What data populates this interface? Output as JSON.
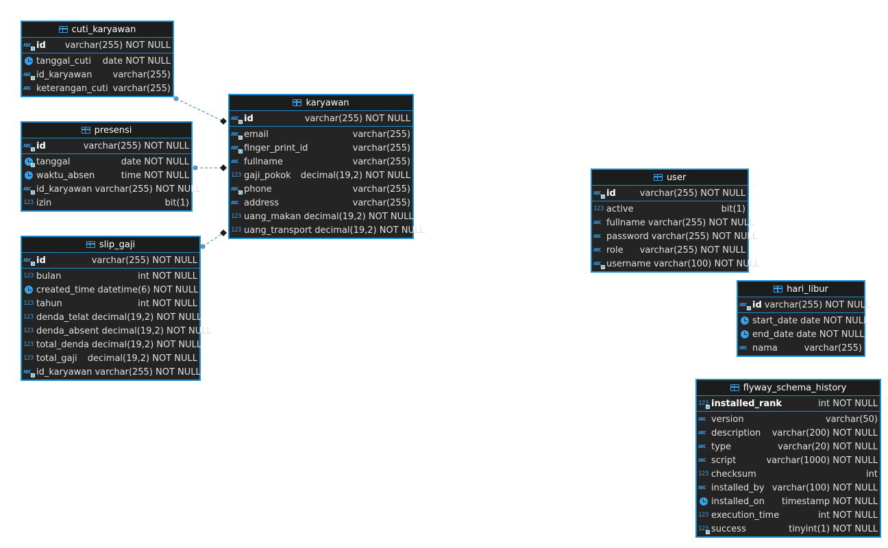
{
  "entities": [
    {
      "key": "cuti_karyawan",
      "name": "cuti_karyawan",
      "key_columns": [
        {
          "name": "id",
          "type": "varchar(255) NOT NULL",
          "icon": "abc-key-icon"
        }
      ],
      "columns": [
        {
          "name": "tanggal_cuti",
          "type": "date NOT NULL",
          "icon": "clock-icon"
        },
        {
          "name": "id_karyawan",
          "type": "varchar(255)",
          "icon": "abc-fk-icon"
        },
        {
          "name": "keterangan_cuti",
          "type": "varchar(255)",
          "icon": "abc-icon"
        }
      ]
    },
    {
      "key": "presensi",
      "name": "presensi",
      "key_columns": [
        {
          "name": "id",
          "type": "varchar(255) NOT NULL",
          "icon": "abc-key-icon"
        }
      ],
      "columns": [
        {
          "name": "tanggal",
          "type": "date NOT NULL",
          "icon": "clock-fk-icon"
        },
        {
          "name": "waktu_absen",
          "type": "time NOT NULL",
          "icon": "clock-icon"
        },
        {
          "name": "id_karyawan",
          "type": "varchar(255) NOT NULL",
          "icon": "abc-fk-icon"
        },
        {
          "name": "izin",
          "type": "bit(1)",
          "icon": "num-icon"
        }
      ]
    },
    {
      "key": "slip_gaji",
      "name": "slip_gaji",
      "key_columns": [
        {
          "name": "id",
          "type": "varchar(255) NOT NULL",
          "icon": "abc-key-icon"
        }
      ],
      "columns": [
        {
          "name": "bulan",
          "type": "int NOT NULL",
          "icon": "num-icon"
        },
        {
          "name": "created_time",
          "type": "datetime(6) NOT NULL",
          "icon": "clock-icon"
        },
        {
          "name": "tahun",
          "type": "int NOT NULL",
          "icon": "num-icon"
        },
        {
          "name": "denda_telat",
          "type": "decimal(19,2) NOT NULL",
          "icon": "num-icon"
        },
        {
          "name": "denda_absent",
          "type": "decimal(19,2) NOT NULL",
          "icon": "num-icon"
        },
        {
          "name": "total_denda",
          "type": "decimal(19,2) NOT NULL",
          "icon": "num-icon"
        },
        {
          "name": "total_gaji",
          "type": "decimal(19,2) NOT NULL",
          "icon": "num-icon"
        },
        {
          "name": "id_karyawan",
          "type": "varchar(255) NOT NULL",
          "icon": "abc-fk-icon"
        }
      ]
    },
    {
      "key": "karyawan",
      "name": "karyawan",
      "key_columns": [
        {
          "name": "id",
          "type": "varchar(255) NOT NULL",
          "icon": "abc-key-icon"
        }
      ],
      "columns": [
        {
          "name": "email",
          "type": "varchar(255)",
          "icon": "abc-key-icon"
        },
        {
          "name": "finger_print_id",
          "type": "varchar(255)",
          "icon": "abc-key-icon"
        },
        {
          "name": "fullname",
          "type": "varchar(255)",
          "icon": "abc-icon"
        },
        {
          "name": "gaji_pokok",
          "type": "decimal(19,2) NOT NULL",
          "icon": "num-icon"
        },
        {
          "name": "phone",
          "type": "varchar(255)",
          "icon": "abc-key-icon"
        },
        {
          "name": "address",
          "type": "varchar(255)",
          "icon": "abc-icon"
        },
        {
          "name": "uang_makan",
          "type": "decimal(19,2) NOT NULL",
          "icon": "num-icon"
        },
        {
          "name": "uang_transport",
          "type": "decimal(19,2) NOT NULL",
          "icon": "num-icon"
        }
      ]
    },
    {
      "key": "user",
      "name": "user",
      "key_columns": [
        {
          "name": "id",
          "type": "varchar(255) NOT NULL",
          "icon": "abc-key-icon"
        }
      ],
      "columns": [
        {
          "name": "active",
          "type": "bit(1)",
          "icon": "num-icon"
        },
        {
          "name": "fullname",
          "type": "varchar(255) NOT NULL",
          "icon": "abc-icon"
        },
        {
          "name": "password",
          "type": "varchar(255) NOT NULL",
          "icon": "abc-icon"
        },
        {
          "name": "role",
          "type": "varchar(255) NOT NULL",
          "icon": "abc-icon"
        },
        {
          "name": "username",
          "type": "varchar(100) NOT NULL",
          "icon": "abc-key-icon"
        }
      ]
    },
    {
      "key": "hari_libur",
      "name": "hari_libur",
      "key_columns": [
        {
          "name": "id",
          "type": "varchar(255) NOT NULL",
          "icon": "abc-key-icon"
        }
      ],
      "columns": [
        {
          "name": "start_date",
          "type": "date NOT NULL",
          "icon": "clock-icon"
        },
        {
          "name": "end_date",
          "type": "date NOT NULL",
          "icon": "clock-icon"
        },
        {
          "name": "nama",
          "type": "varchar(255)",
          "icon": "abc-icon"
        }
      ]
    },
    {
      "key": "flyway_schema_history",
      "name": "flyway_schema_history",
      "key_columns": [
        {
          "name": "installed_rank",
          "type": "int NOT NULL",
          "icon": "num-key-icon"
        }
      ],
      "columns": [
        {
          "name": "version",
          "type": "varchar(50)",
          "icon": "abc-icon"
        },
        {
          "name": "description",
          "type": "varchar(200) NOT NULL",
          "icon": "abc-icon"
        },
        {
          "name": "type",
          "type": "varchar(20) NOT NULL",
          "icon": "abc-icon"
        },
        {
          "name": "script",
          "type": "varchar(1000) NOT NULL",
          "icon": "abc-icon"
        },
        {
          "name": "checksum",
          "type": "int",
          "icon": "num-icon"
        },
        {
          "name": "installed_by",
          "type": "varchar(100) NOT NULL",
          "icon": "abc-icon"
        },
        {
          "name": "installed_on",
          "type": "timestamp NOT NULL",
          "icon": "clock-icon"
        },
        {
          "name": "execution_time",
          "type": "int NOT NULL",
          "icon": "num-icon"
        },
        {
          "name": "success",
          "type": "tinyint(1) NOT NULL",
          "icon": "num-key-icon"
        }
      ]
    }
  ],
  "relationships": [
    {
      "from": "cuti_karyawan",
      "to": "karyawan"
    },
    {
      "from": "presensi",
      "to": "karyawan"
    },
    {
      "from": "slip_gaji",
      "to": "karyawan"
    }
  ],
  "colors": {
    "canvas": "#ffffff",
    "entity_background": "#242424",
    "entity_border": "#1a8fd6",
    "icon": "#3aa0e8",
    "text": "#e0e0e0",
    "relationship_line": "#1a8fd6"
  }
}
